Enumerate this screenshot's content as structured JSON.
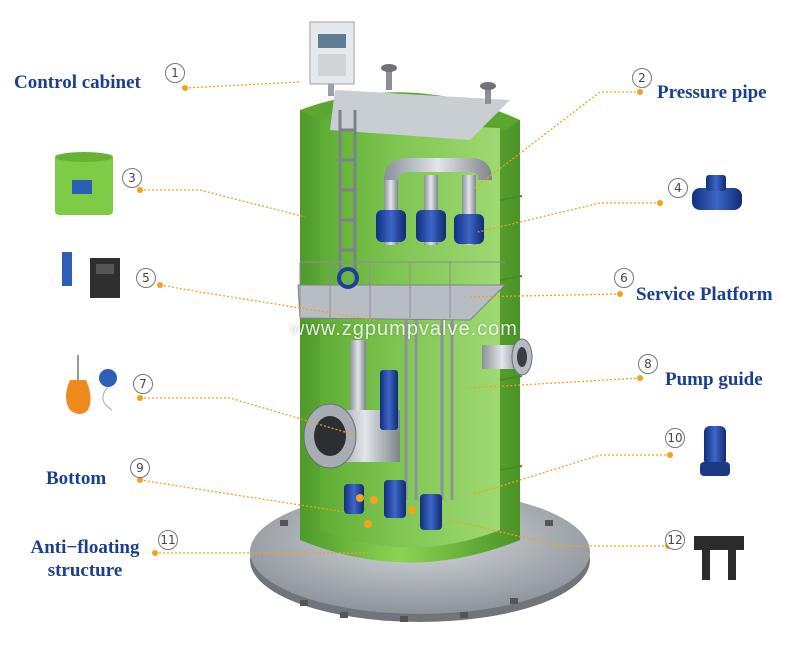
{
  "labels": {
    "control_cabinet": "Control cabinet",
    "pressure_pipe": "Pressure pipe",
    "service_platform": "Service Platform",
    "pump_guide": "Pump guide",
    "bottom": "Bottom",
    "anti_floating": "Anti−floating structure"
  },
  "callouts": [
    "1",
    "2",
    "3",
    "4",
    "5",
    "6",
    "7",
    "8",
    "9",
    "10",
    "11",
    "12"
  ],
  "watermark": "www.zgpumpvalve.com",
  "colors": {
    "label": "#1a3f8f",
    "leader_dot": "#f2a21a",
    "tank_green": "#6bc23a",
    "pump_blue": "#1d3f9a",
    "steel": "#aeb4ba"
  }
}
